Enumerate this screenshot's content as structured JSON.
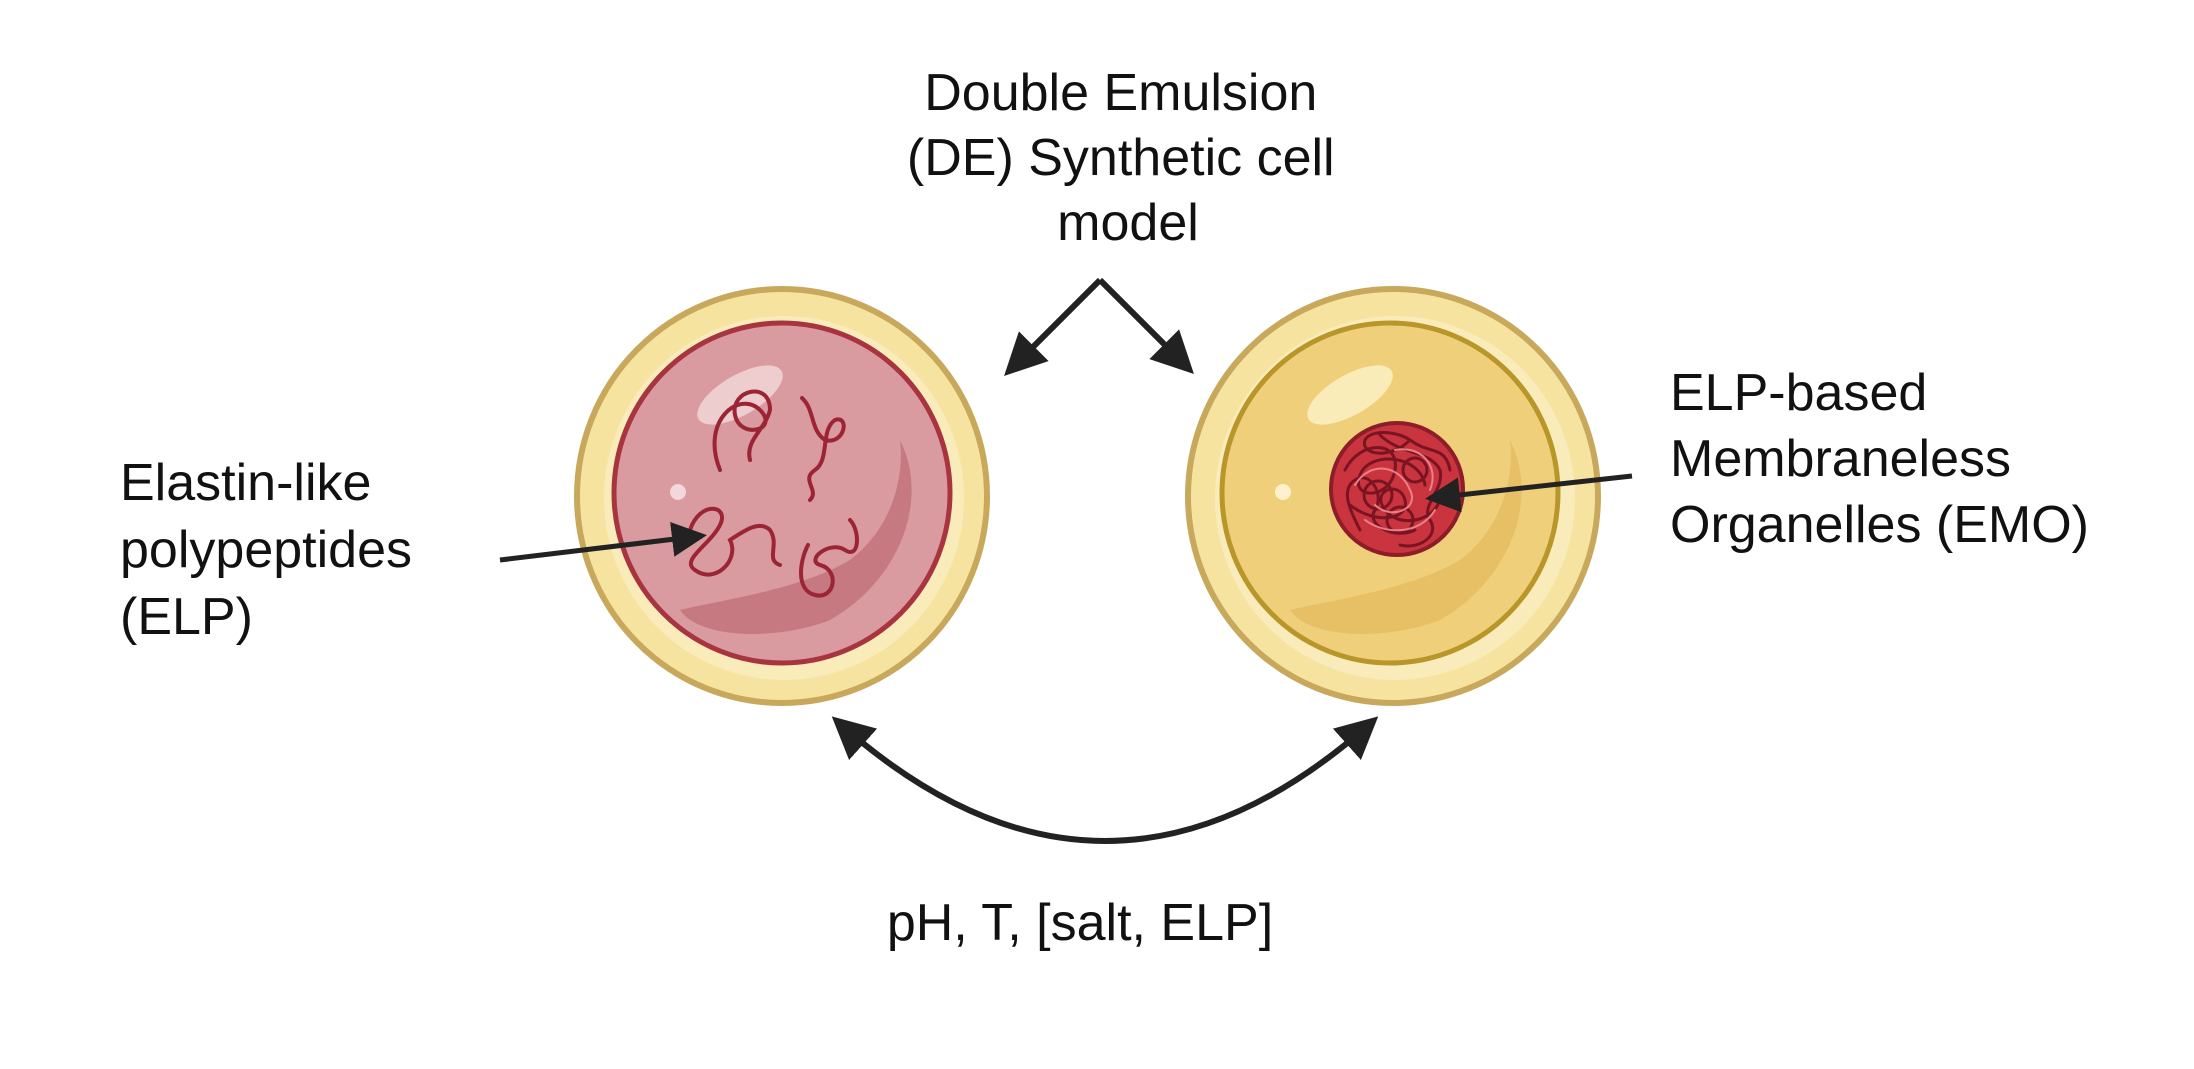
{
  "title": {
    "lines": [
      "Double Emulsion",
      "(DE) Synthetic cell",
      "model"
    ]
  },
  "left_label": {
    "lines": [
      "Elastin-like",
      "polypeptides",
      "(ELP)"
    ]
  },
  "right_label": {
    "lines": [
      "ELP-based",
      "Membraneless",
      "Organelles (EMO)"
    ]
  },
  "bottom_label": "pH, T, [salt, ELP]",
  "colors": {
    "outer_shell": "#f6e3a0",
    "outer_rim": "#c8a85a",
    "left_core": "#d99aa0",
    "left_core_rim": "#a8343f",
    "right_core": "#f0cf7a",
    "right_core_rim": "#b8962a",
    "polymer": "#9b2435",
    "emo_fill": "#c9343f",
    "arrow": "#222222"
  },
  "icons": {
    "left_cell": "cell-with-dispersed-polymer-icon",
    "right_cell": "cell-with-condensate-icon"
  }
}
